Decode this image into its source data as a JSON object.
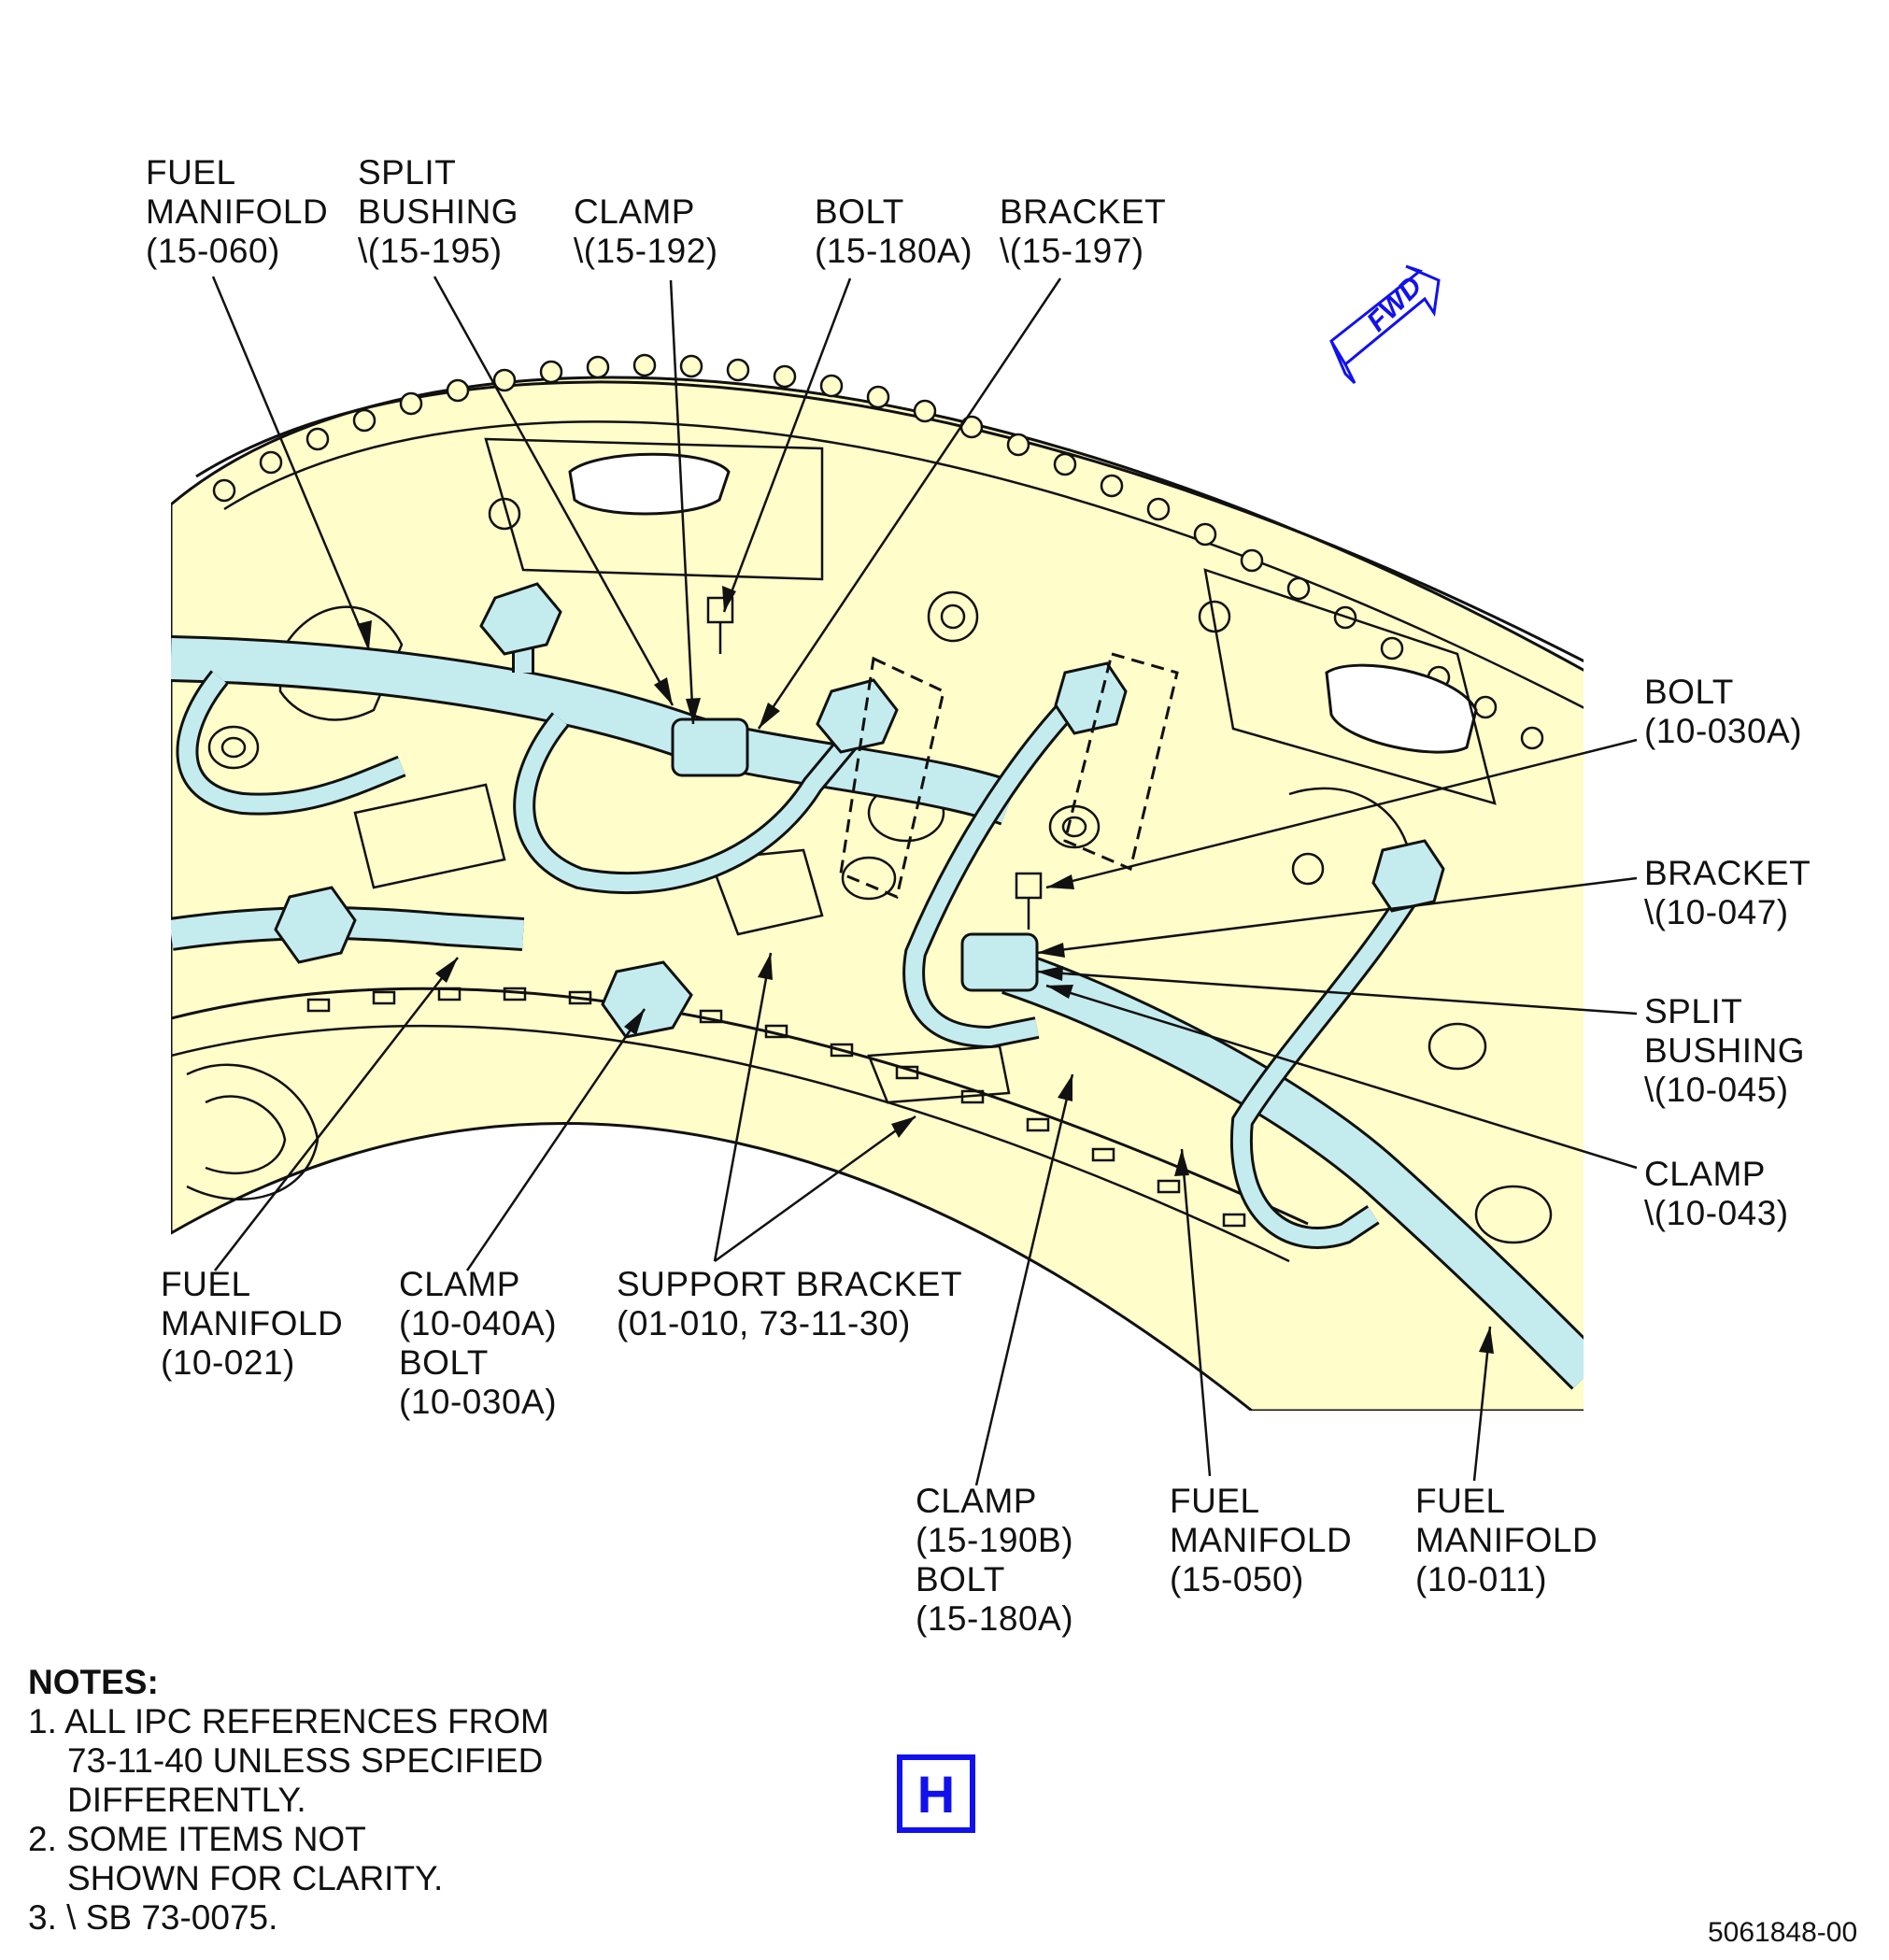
{
  "callouts": {
    "fuel_manifold_15_060": [
      "FUEL",
      "MANIFOLD",
      "(15-060)"
    ],
    "split_bushing_15_195": [
      "SPLIT",
      "BUSHING",
      "\\(15-195)"
    ],
    "clamp_15_192": [
      "CLAMP",
      "\\(15-192)"
    ],
    "bolt_15_180a": [
      "BOLT",
      "(15-180A)"
    ],
    "bracket_15_197": [
      "BRACKET",
      "\\(15-197)"
    ],
    "bolt_10_030a": [
      "BOLT",
      "(10-030A)"
    ],
    "bracket_10_047": [
      "BRACKET",
      "\\(10-047)"
    ],
    "split_bushing_10_045": [
      "SPLIT",
      "BUSHING",
      "\\(10-045)"
    ],
    "clamp_10_043": [
      "CLAMP",
      "\\(10-043)"
    ],
    "fuel_manifold_10_021": [
      "FUEL",
      "MANIFOLD",
      "(10-021)"
    ],
    "clamp_bolt_10_040a": [
      "CLAMP",
      "(10-040A)",
      "BOLT",
      "(10-030A)"
    ],
    "support_bracket": [
      "SUPPORT BRACKET",
      "(01-010, 73-11-30)"
    ],
    "clamp_bolt_15_190b": [
      "CLAMP",
      "(15-190B)",
      "BOLT",
      "(15-180A)"
    ],
    "fuel_manifold_15_050": [
      "FUEL",
      "MANIFOLD",
      "(15-050)"
    ],
    "fuel_manifold_10_011": [
      "FUEL",
      "MANIFOLD",
      "(10-011)"
    ]
  },
  "notes": {
    "title": "NOTES:",
    "lines": [
      "1. ALL IPC REFERENCES FROM",
      "73-11-40 UNLESS SPECIFIED",
      "DIFFERENTLY.",
      "2. SOME ITEMS NOT",
      "SHOWN FOR CLARITY.",
      "3. \\ SB 73-0075."
    ]
  },
  "fwd_label": "FWD",
  "view_label": "H",
  "figure_id": "5061848-00",
  "colors": {
    "background": "#ffffff",
    "structure_fill": "#fffdc9",
    "manifold_fill": "#c4ecef",
    "line": "#111111",
    "accent_blue": "#1111ee"
  }
}
